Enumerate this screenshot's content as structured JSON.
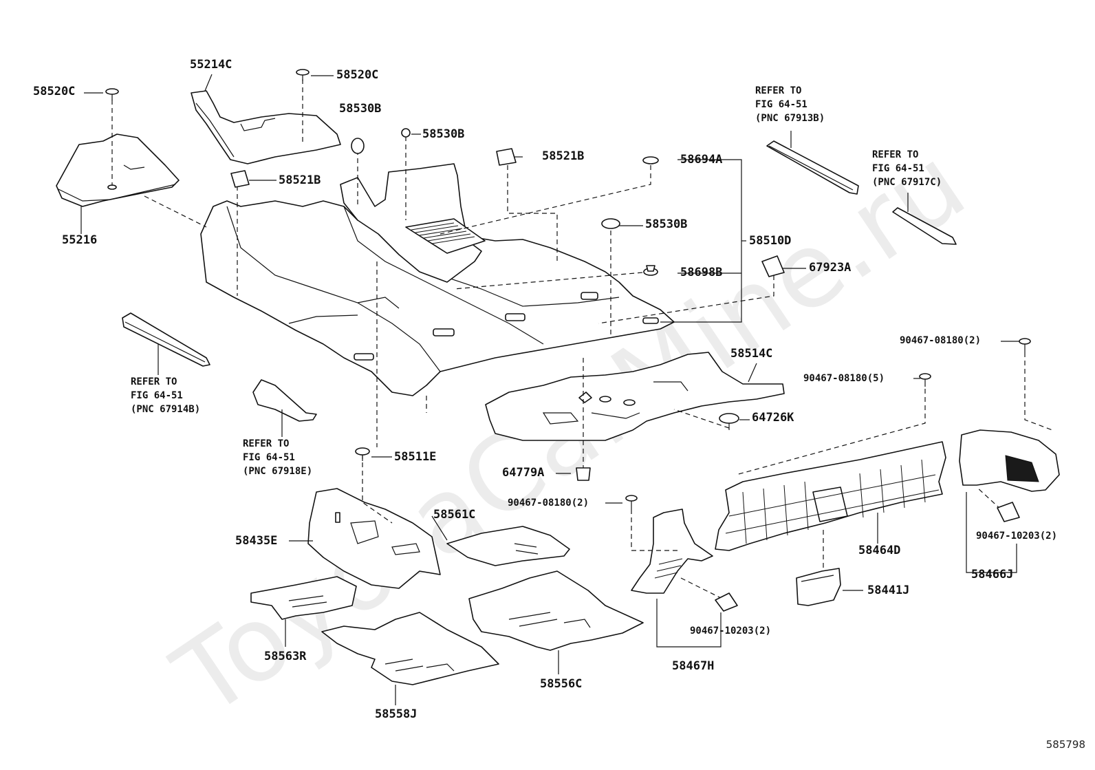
{
  "figure": {
    "watermark": "ToyotaCarMine.ru",
    "figure_number": "585798"
  },
  "labels": {
    "p55214C": "55214C",
    "p58520C_left": "58520C",
    "p58520C_top": "58520C",
    "p58530B_a": "58530B",
    "p58530B_b": "58530B",
    "p58530B_c": "58530B",
    "p58521B_left": "58521B",
    "p58521B_right": "58521B",
    "p58694A": "58694A",
    "p58510D": "58510D",
    "p58698B": "58698B",
    "p67923A": "67923A",
    "p55216": "55216",
    "p58514C": "58514C",
    "p64726K": "64726K",
    "p64779A": "64779A",
    "p58511E": "58511E",
    "p58561C": "58561C",
    "p58435E": "58435E",
    "p58563R": "58563R",
    "p58558J": "58558J",
    "p58556C": "58556C",
    "p58467H": "58467H",
    "p58441J": "58441J",
    "p58464D": "58464D",
    "p58466J": "58466J",
    "p90467_08180_2_top": "90467-08180(2)",
    "p90467_08180_5": "90467-08180(5)",
    "p90467_08180_2_mid": "90467-08180(2)",
    "p90467_10203_2_right": "90467-10203(2)",
    "p90467_10203_2_bottom": "90467-10203(2)"
  },
  "references": {
    "ref_67913B": [
      "REFER TO",
      "FIG 64-51",
      "(PNC 67913B)"
    ],
    "ref_67917C": [
      "REFER TO",
      "FIG 64-51",
      "(PNC 67917C)"
    ],
    "ref_67914B": [
      "REFER TO",
      "FIG 64-51",
      "(PNC 67914B)"
    ],
    "ref_67918E": [
      "REFER TO",
      "FIG 64-51",
      "(PNC 67918E)"
    ]
  },
  "icons": {
    "clip": "push-clip-icon",
    "grommet": "grommet-icon",
    "bracket": "clip-bracket-icon"
  }
}
